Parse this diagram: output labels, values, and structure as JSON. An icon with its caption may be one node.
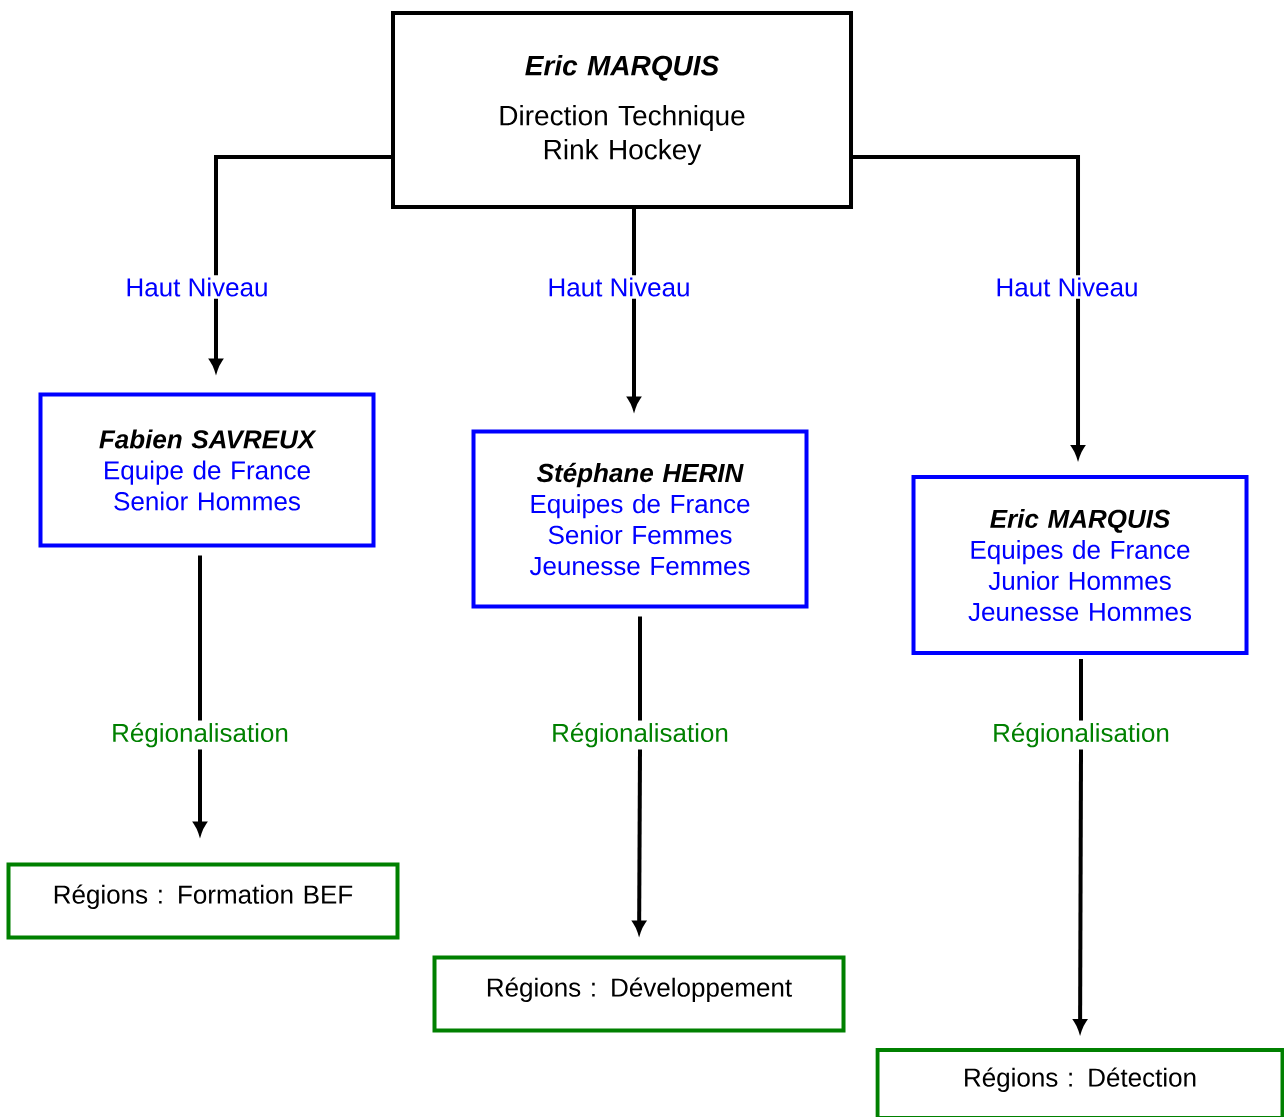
{
  "diagram": {
    "nodes": [
      {
        "text": [
          "Eric MARQUIS",
          "Direction Technique Rink Hockey"
        ]
      },
      {
        "text": [
          "Haut Niveau"
        ]
      },
      {
        "text": [
          "Haut Niveau"
        ]
      },
      {
        "text": [
          "Haut Niveau"
        ]
      },
      {
        "text": [
          "Fabien SAVREUX",
          "Equipe de France Senior Hommes"
        ]
      },
      {
        "text": [
          "Stéphane HERIN",
          "Equipes de France Senior Femmes Jeunesse Femmes"
        ]
      },
      {
        "text": [
          "Eric MARQUIS",
          "Equipes de France Junior Hommes Jeunesse Hommes"
        ]
      },
      {
        "text": [
          "Régionalisation"
        ]
      },
      {
        "text": [
          "Régionalisation"
        ]
      },
      {
        "text": [
          "Régionalisation"
        ]
      },
      {
        "text": [
          "Régions : Formation BEF"
        ]
      },
      {
        "text": [
          "Régions : Développement"
        ]
      },
      {
        "text": [
          "Régions : Détection"
        ]
      }
    ],
    "edges": [
      {
        "from": 0,
        "to": 1,
        "arrow": "none"
      },
      {
        "from": 0,
        "to": 2,
        "arrow": "none"
      },
      {
        "from": 0,
        "to": 3,
        "arrow": "none"
      },
      {
        "from": 1,
        "to": 4,
        "arrow": "to"
      },
      {
        "from": 2,
        "to": 5,
        "arrow": "to"
      },
      {
        "from": 3,
        "to": 6,
        "arrow": "to"
      },
      {
        "from": 4,
        "to": 7,
        "arrow": "none"
      },
      {
        "from": 5,
        "to": 8,
        "arrow": "none"
      },
      {
        "from": 6,
        "to": 9,
        "arrow": "none"
      },
      {
        "from": 7,
        "to": 10,
        "arrow": "to"
      },
      {
        "from": 8,
        "to": 11,
        "arrow": "to"
      },
      {
        "from": 9,
        "to": 12,
        "arrow": "to"
      }
    ]
  }
}
